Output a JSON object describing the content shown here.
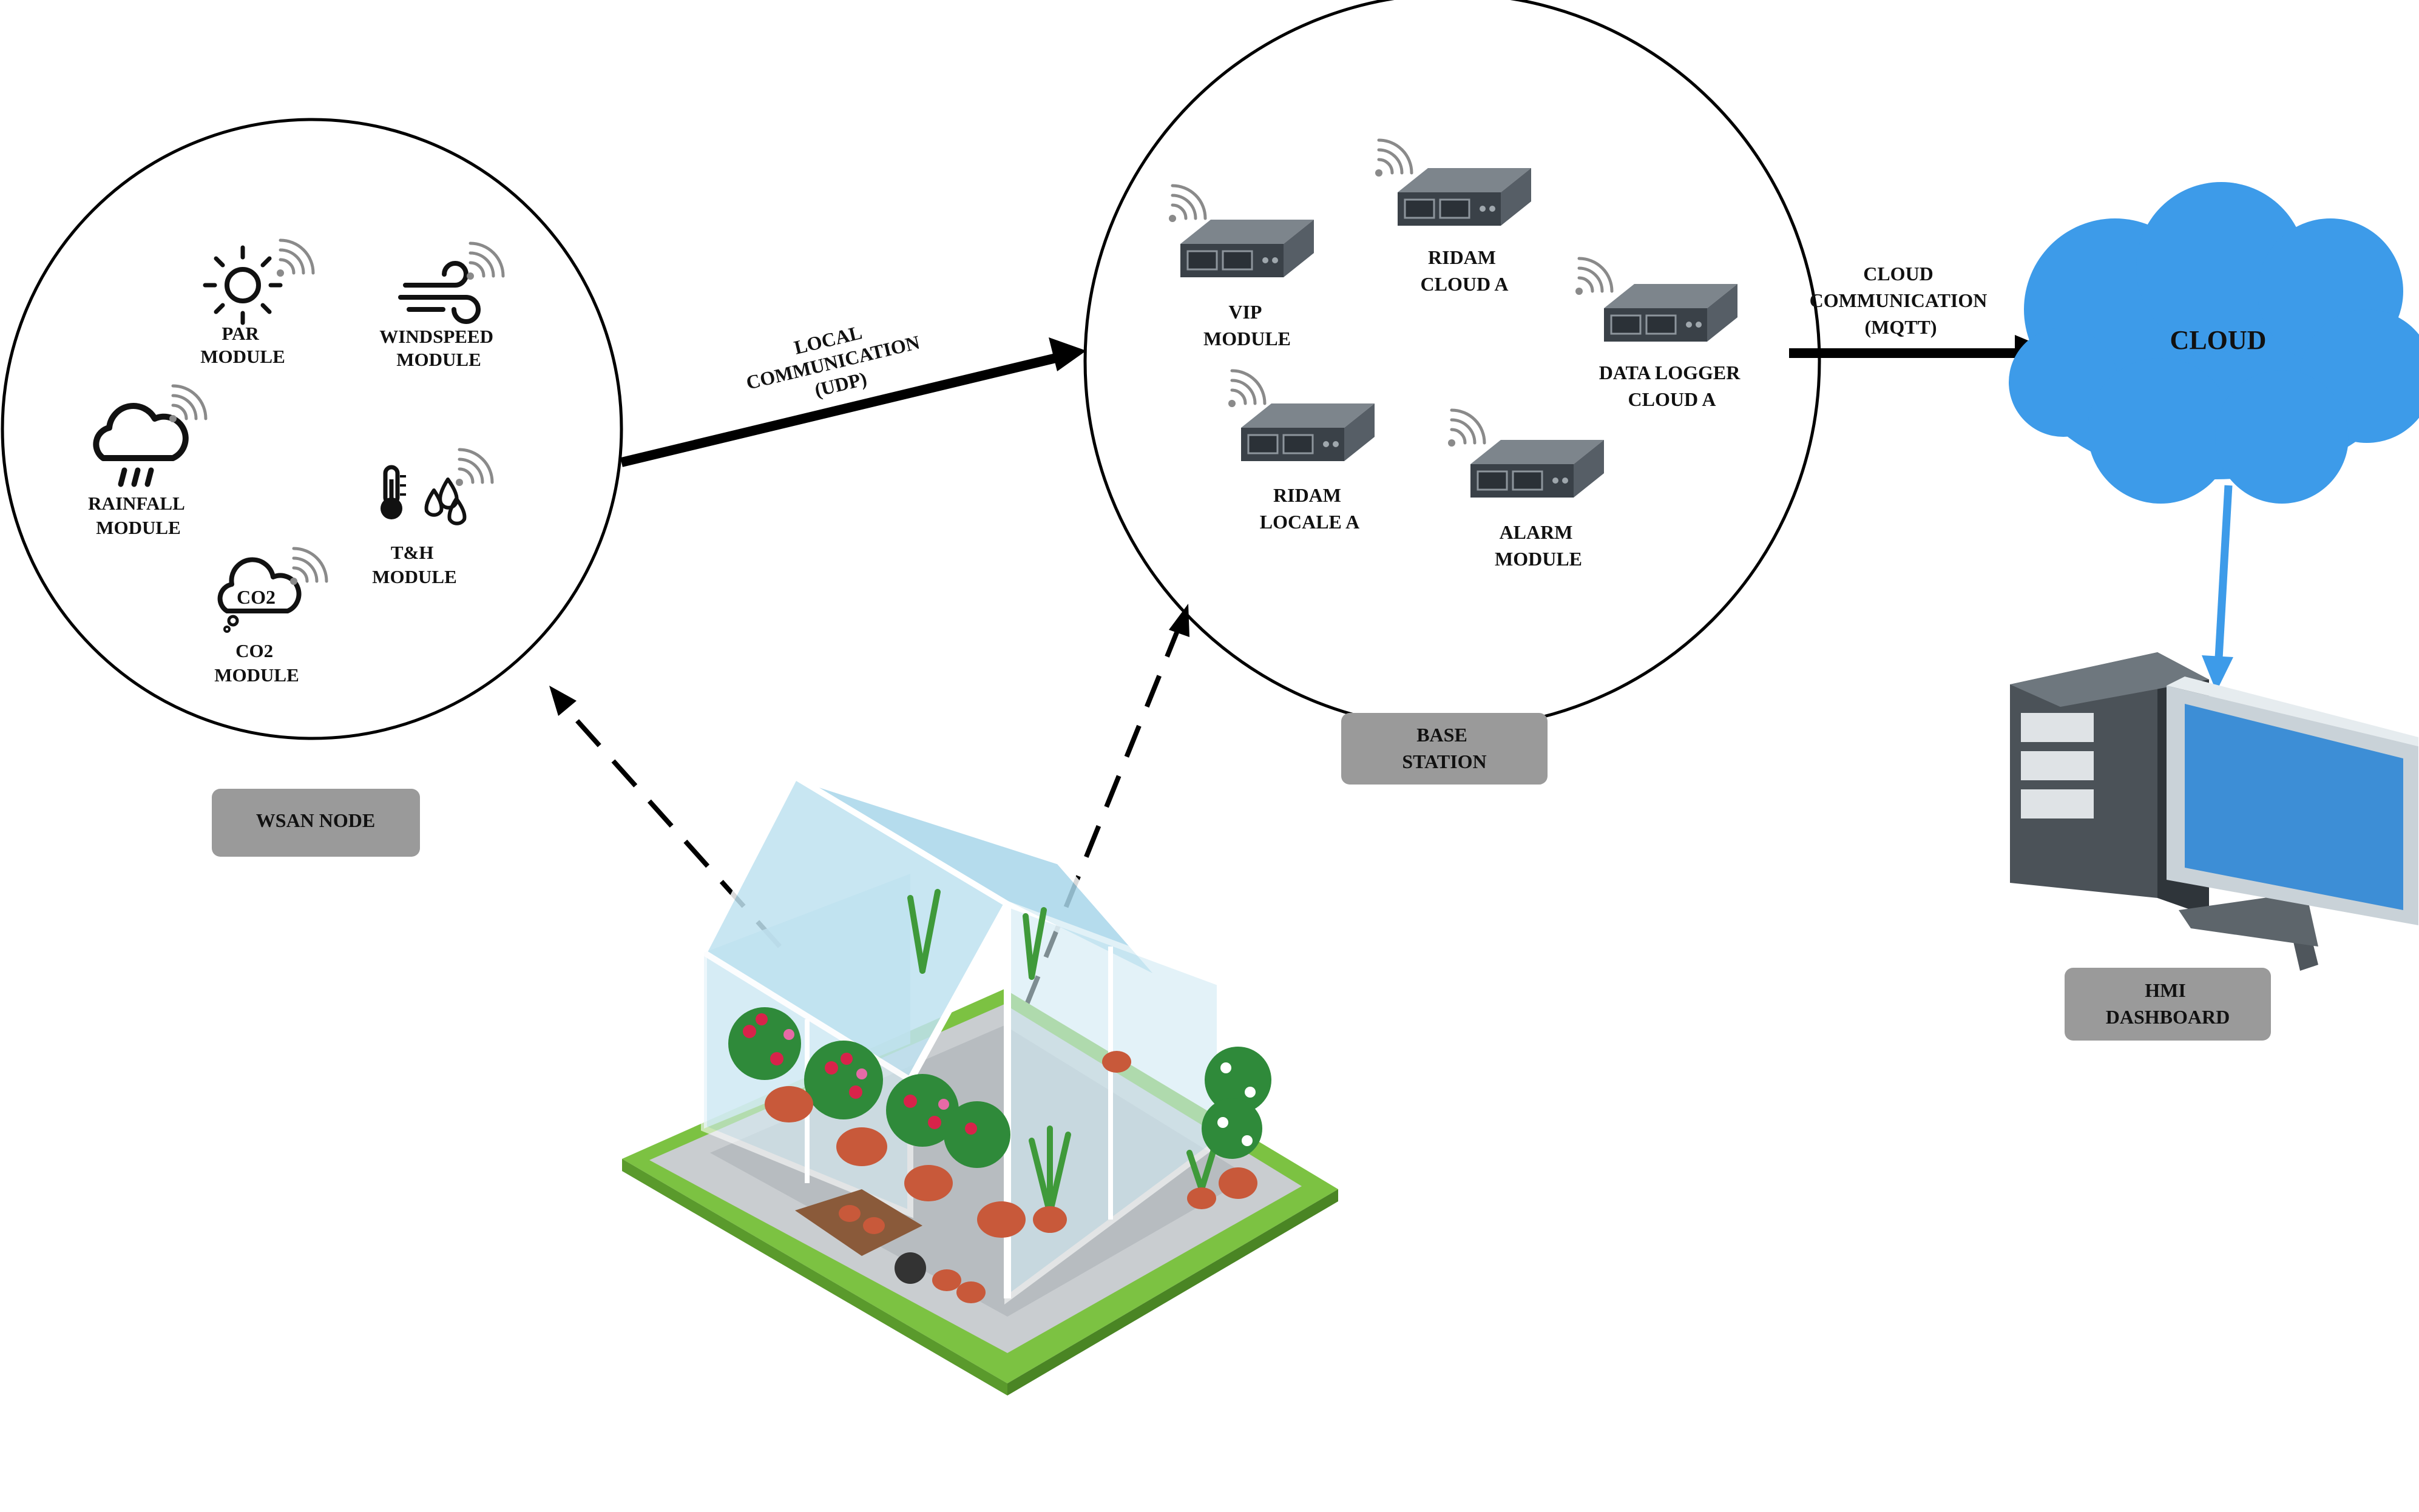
{
  "wsan_node": {
    "badge": "WSAN NODE",
    "modules": {
      "par": [
        "PAR",
        "MODULE"
      ],
      "windspeed": [
        "WINDSPEED",
        "MODULE"
      ],
      "rainfall": [
        "RAINFALL",
        "MODULE"
      ],
      "th": [
        "T&H",
        "MODULE"
      ],
      "co2": [
        "CO2",
        "MODULE"
      ],
      "co2_icon_text": "CO2"
    }
  },
  "base_station": {
    "badge": [
      "BASE",
      "STATION"
    ],
    "modules": {
      "vip": [
        "VIP",
        "MODULE"
      ],
      "ridam_cloud": [
        "RIDAM",
        "CLOUD A"
      ],
      "data_logger": [
        "DATA LOGGER",
        "CLOUD A"
      ],
      "ridam_locale": [
        "RIDAM",
        "LOCALE A"
      ],
      "alarm": [
        "ALARM",
        "MODULE"
      ]
    }
  },
  "links": {
    "local": [
      "LOCAL",
      "COMMUNICATION",
      "(UDP)"
    ],
    "cloud": [
      "CLOUD",
      "COMMUNICATION",
      "(MQTT)"
    ]
  },
  "cloud": {
    "label": "CLOUD",
    "color": "#3d9be9"
  },
  "hmi": {
    "badge": [
      "HMI",
      "DASHBOARD"
    ]
  },
  "colors": {
    "badge_bg": "#9a9a9a",
    "arrow_blue": "#3d9be9",
    "grass": "#7cc242",
    "glass": "#c8e6f2"
  }
}
